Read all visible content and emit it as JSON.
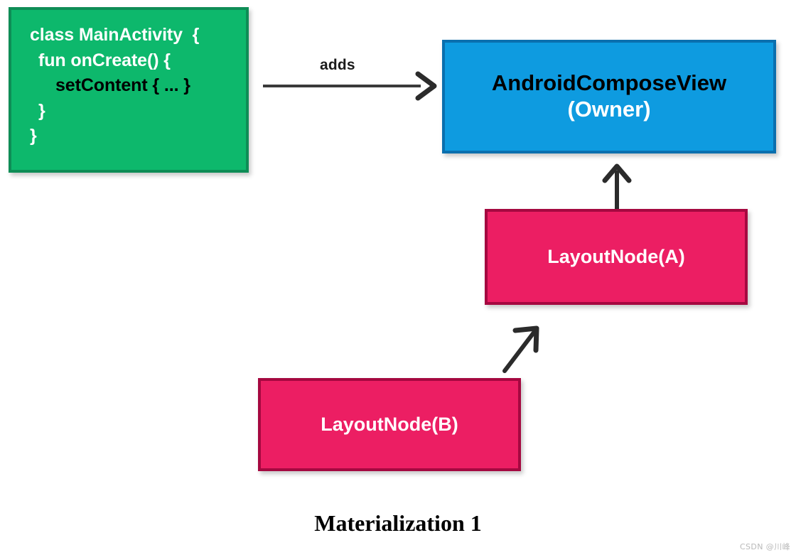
{
  "diagram": {
    "caption": "Materialization 1",
    "watermark": "CSDN @川峰",
    "colors": {
      "green_fill": "#0DB86C",
      "green_border": "#0E8D56",
      "blue_fill": "#0E9BE0",
      "blue_border": "#0A6FAE",
      "pink_fill": "#EC1E63",
      "pink_border": "#A50840",
      "arrow": "#333333",
      "background": "#FFFFFF"
    },
    "code_box": {
      "name": "MainActivity code snippet",
      "lines": [
        "class MainActivity  {",
        "fun onCreate() {",
        "setContent { ... }",
        "}",
        "}"
      ]
    },
    "owner_box": {
      "title": "AndroidComposeView",
      "subtitle": "(Owner)"
    },
    "layout_node_a": {
      "label": "LayoutNode(A)"
    },
    "layout_node_b": {
      "label": "LayoutNode(B)"
    },
    "edges": {
      "adds_label": "adds",
      "adds_from": "MainActivity",
      "adds_to": "AndroidComposeView",
      "a_to_owner": "LayoutNode(A) attaches to AndroidComposeView",
      "b_to_a": "LayoutNode(B) attaches to LayoutNode(A)"
    }
  }
}
